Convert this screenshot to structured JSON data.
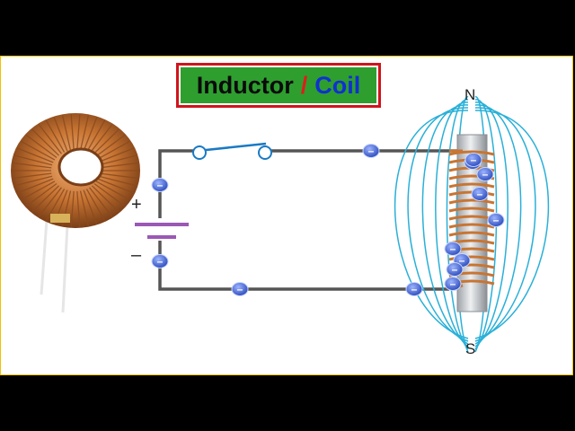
{
  "title": {
    "main": "Inductor",
    "separator": "/",
    "coil": "Coil"
  },
  "labels": {
    "plus": "+",
    "minus": "–",
    "north": "N",
    "south": "S",
    "electron": "–"
  },
  "colors": {
    "background": "#000000",
    "panel": "#ffffff",
    "panel_border": "#f2c200",
    "title_border": "#d0141c",
    "title_fill": "#2e9e2f",
    "title_main": "#0b0b0b",
    "title_separator": "#e21b1b",
    "title_coil": "#1030d0",
    "wire": "#555555",
    "switch": "#1a7ac4",
    "battery": "#9b58b5",
    "electron": "#3a5fcd",
    "field_lines": "#2ab0d8",
    "copper": "#c87533"
  },
  "icons": {
    "toroid": "toroid-inductor-icon",
    "switch": "switch-icon",
    "battery": "battery-icon",
    "electron": "electron-icon",
    "solenoid": "solenoid-icon"
  }
}
